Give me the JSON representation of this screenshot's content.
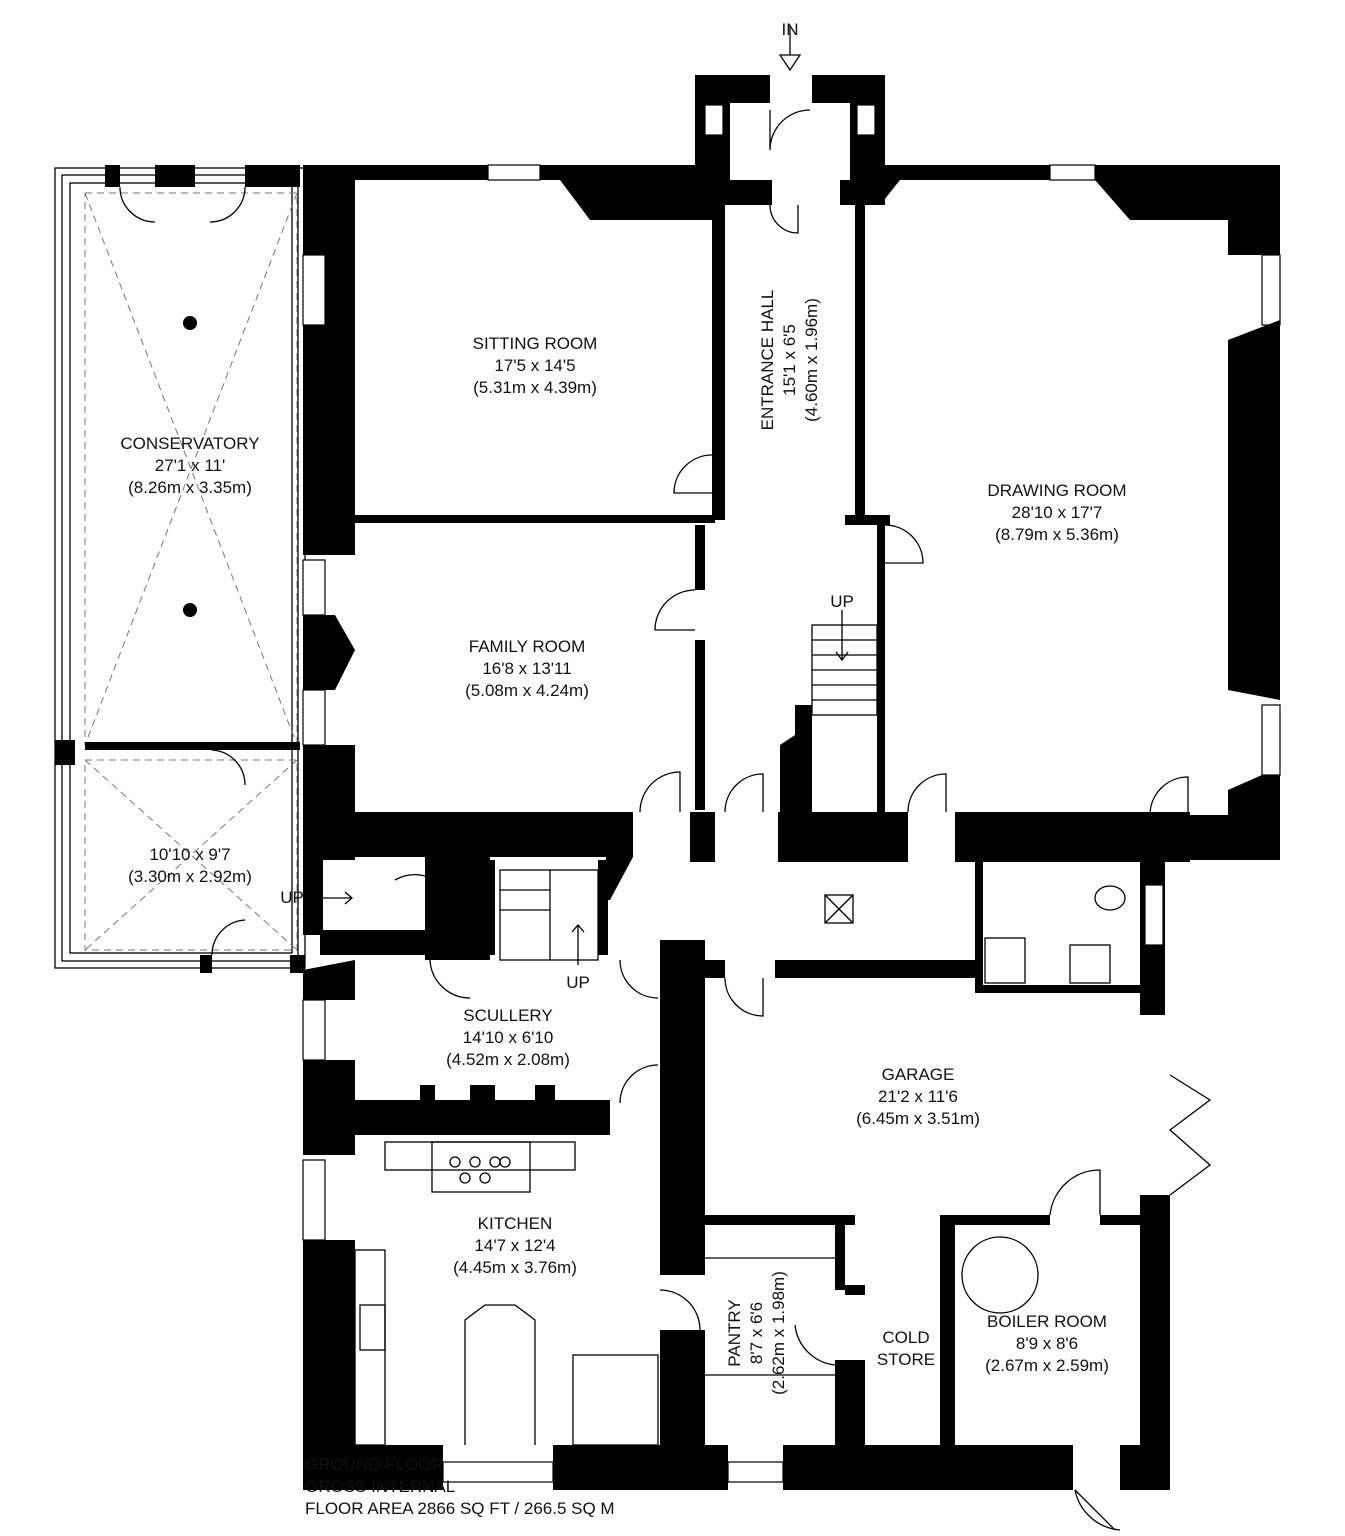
{
  "entrance_marker": "IN",
  "rooms": {
    "conservatory": {
      "name": "CONSERVATORY",
      "imperial": "27'1 x 11'",
      "metric": "(8.26m x 3.35m)"
    },
    "conservatory_annex": {
      "imperial": "10'10 x 9'7",
      "metric": "(3.30m x 2.92m)"
    },
    "sitting_room": {
      "name": "SITTING ROOM",
      "imperial": "17'5 x 14'5",
      "metric": "(5.31m x 4.39m)"
    },
    "entrance_hall": {
      "name": "ENTRANCE HALL",
      "imperial": "15'1 x 6'5",
      "metric": "(4.60m x 1.96m)"
    },
    "drawing_room": {
      "name": "DRAWING ROOM",
      "imperial": "28'10 x 17'7",
      "metric": "(8.79m x 5.36m)"
    },
    "family_room": {
      "name": "FAMILY ROOM",
      "imperial": "16'8 x 13'11",
      "metric": "(5.08m x 4.24m)"
    },
    "scullery": {
      "name": "SCULLERY",
      "imperial": "14'10 x 6'10",
      "metric": "(4.52m x 2.08m)"
    },
    "garage": {
      "name": "GARAGE",
      "imperial": "21'2 x 11'6",
      "metric": "(6.45m x 3.51m)"
    },
    "kitchen": {
      "name": "KITCHEN",
      "imperial": "14'7 x 12'4",
      "metric": "(4.45m x 3.76m)"
    },
    "pantry": {
      "name": "PANTRY",
      "imperial": "8'7 x 6'6",
      "metric": "(2.62m x 1.98m)"
    },
    "cold_store": {
      "name_line1": "COLD",
      "name_line2": "STORE"
    },
    "boiler_room": {
      "name": "BOILER ROOM",
      "imperial": "8'9 x 8'6",
      "metric": "(2.67m x 2.59m)"
    }
  },
  "stair_labels": {
    "main": "UP",
    "conservatory_steps": "UP",
    "back_stair": "UP"
  },
  "footer": {
    "line1": "GROUND FLOOR",
    "line2": "GROSS INTERNAL",
    "line3": "FLOOR AREA 2866 SQ FT / 266.5 SQ M"
  }
}
